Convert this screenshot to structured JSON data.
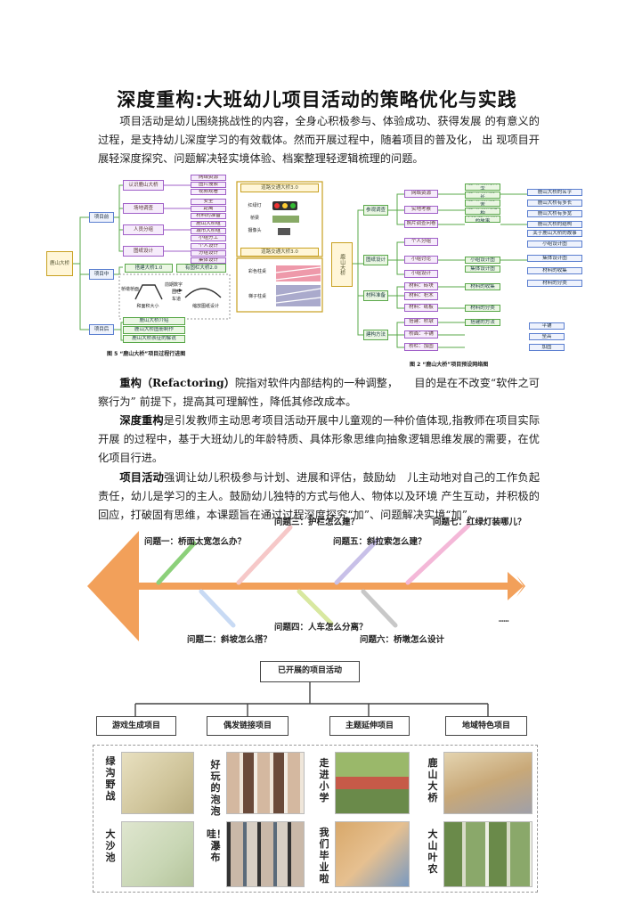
{
  "title": "深度重构:大班幼儿项目活动的策略优化与实践",
  "intro": "项目活动是幼儿围绕挑战性的内容，全身心积极参与、体验成功、获得发展 的有意义的过程，是支持幼儿深度学习的有效载体。然而开展过程中，随着项目的普及化， 出 现项目开展轻深度探究、问题解决轻实境体验、档案整理轻逻辑梳理的问题。",
  "figure1": {
    "caption": "图 5  “鹿山大桥”项目过程行进图",
    "root": "鹿山大桥",
    "phases": [
      "项目前",
      "项目中",
      "项目后"
    ],
    "pre_groups": [
      "认识鹿山大桥",
      "场地调查",
      "人员分组",
      "图纸设计"
    ],
    "pre_items": [
      [
        "网络资源",
        "图片搜索",
        "视频观看"
      ],
      [
        "安全",
        "距离",
        "材料的准备"
      ],
      [
        "鹿山大桥组",
        "城市大桥组",
        "小组分工"
      ],
      [
        "个人设计",
        "分组设计",
        "集体设计"
      ]
    ],
    "mid_items": [
      "搭建大桥1.0",
      "桥墩桥面",
      "和面积大小",
      "前期数字",
      "有固栏大桥2.0",
      "固栏",
      "车道",
      "缩放图纸设计",
      "道路交通大桥3.0",
      "红绿灯",
      "桥梁",
      "摄像头",
      "彩色柱桌",
      "梯子柱桌"
    ],
    "post_items": [
      "鹿山大桥介绍",
      "鹿山大桥图册制作",
      "鹿山大桥表征的解说"
    ]
  },
  "figure2": {
    "caption": "图 2  “鹿山大桥”项目预设网络图",
    "root": "鹿山大桥",
    "branches": [
      "参观调查",
      "图纸设计",
      "材料准备",
      "建构方法"
    ],
    "leaves": [
      [
        "网络资源",
        "实地考察",
        "照片调查问卷"
      ],
      [
        "个人分组",
        "小组讨论",
        "小组设计"
      ],
      [
        "材料：砖块",
        "材料：积木",
        "材料：纸板"
      ],
      [
        "搭建：桥墩",
        "桥面：平铺",
        "桥栏：加固"
      ]
    ],
    "details": [
      "鹿山大桥的名字",
      "鹿山大桥有多长",
      "鹿山大桥有多宽",
      "鹿山大桥的结构",
      "关于鹿山大桥的故事",
      "小组设计图",
      "集体设计图",
      "材料的收集",
      "材料的分类",
      "搭建的方法",
      "平铺",
      "垒高",
      "加固"
    ]
  },
  "def1_term": "重构（Refactoring）",
  "def1_text": "院指对软件内部结构的一种调整，　　目的是在不改变“软件之可察行为” 前提下，提高其可理解性，降低其修改成本。",
  "def2_term": "深度重构",
  "def2_text": "是引发教师主动思考项目活动开展中儿童观的一种价值体现,指教师在项目实际开展 的过程中，基于大班幼儿的年龄特质、具体形象思维向抽象逻辑思维发展的需要，在优化项目行进。",
  "def3_term": "项目活动",
  "def3_text": "强调让幼儿积极参与计划、进展和评估，鼓励幼　儿主动地对自己的工作负起责任，幼儿是学习的主人。鼓励幼儿独特的方式与他人、物体以及环境 产生互动，并积极的回应，打破固有思维，本课题旨在通过过程深度探究“加”、问题解决实境“加”。",
  "fishbone": {
    "top_questions": [
      "问题一：桥面太宽怎么办？",
      "问题三：护栏怎么建？",
      "问题五：斜拉索怎么建？",
      "问题七：红绿灯装哪儿？"
    ],
    "bottom_questions": [
      "问题二：斜坡怎么搭？",
      "问题四：人车怎么分离？",
      "问题六：桥墩怎么设计"
    ],
    "ellipsis": "……"
  },
  "tree": {
    "root": "已开展的项目活动",
    "categories": [
      "游戏生成项目",
      "偶发链接项目",
      "主题延伸项目",
      "地域特色项目"
    ],
    "items": [
      [
        "绿沟野战",
        "大沙池"
      ],
      [
        "好玩的泡泡",
        "哇！瀑布"
      ],
      [
        "走进小学",
        "我们毕业啦"
      ],
      [
        "鹿山大桥",
        "大山叶农"
      ]
    ]
  }
}
